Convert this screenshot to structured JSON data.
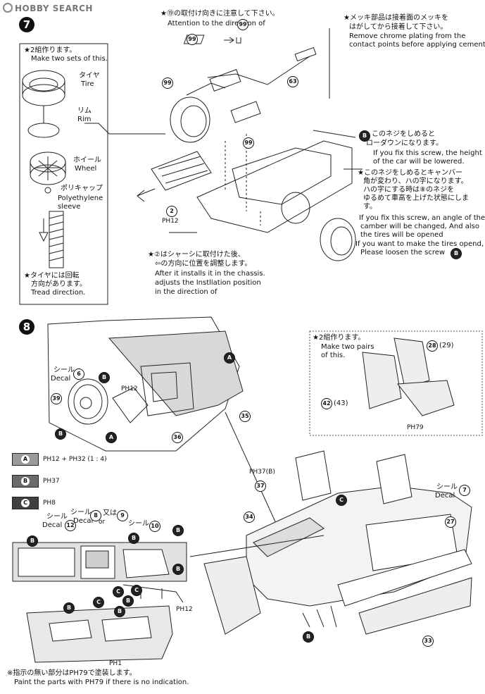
{
  "header": {
    "logo": "HOBBY SEARCH"
  },
  "step7": {
    "number": "7",
    "direction_note_jp": "★⑲の取付け向きに注意して下さい。",
    "direction_note_en": "Attention to the direction of",
    "direction_part": "99",
    "chrome_note_jp1": "★メッキ部品は接着面のメッキを",
    "chrome_note_jp2": "はがしてから接着して下さい。",
    "chrome_note_en1": "Remove chrome plating from the",
    "chrome_note_en2": "contact points before applying cement.",
    "make_two_jp": "★2組作ります。",
    "make_two_en": "Make two sets of this.",
    "tire_jp": "タイヤ",
    "tire_en": "Tire",
    "rim_jp": "リム",
    "rim_en": "Rim",
    "wheel_jp": "ホイール",
    "wheel_en": "Wheel",
    "poly_jp": "ポリキャップ",
    "poly_en1": "Polyethylene",
    "poly_en2": "sleeve",
    "tread_jp1": "★タイヤには回転",
    "tread_jp2": "方向があります。",
    "tread_en": "Tread direction.",
    "screw_lower_jp1": "このネジをしめると",
    "screw_lower_jp2": "ローダウンになります。",
    "screw_lower_en1": "If you fix this screw, the height",
    "screw_lower_en2": "of the car will be lowered.",
    "screw_camber_jp1": "★このネジをしめるとキャンバー",
    "screw_camber_jp2": "角が変わり、ハの字になります。",
    "screw_camber_jp3": "ハの字にする時は⑧のネジを",
    "screw_camber_jp4": "ゆるめて車高を上げた状態にしま",
    "screw_camber_jp5": "す。",
    "screw_camber_en1": "If you fix this screw, an angle of the",
    "screw_camber_en2": "camber will be changed, And also",
    "screw_camber_en3": "the tires will be opened",
    "screw_camber_en4": "If you want to make the tires opend,",
    "screw_camber_en5": "Please loosen the screw",
    "install_jp1": "★②はシャーシに取付けた後、",
    "install_jp2": "⇦の方向に位置を調整します。",
    "install_en1": "After it installs it in the chassis.",
    "install_en2": "adjusts the Instllation position",
    "install_en3": "in the direction of",
    "parts": {
      "p99a": "99",
      "p99b": "99",
      "p63": "63",
      "p2": "2",
      "ph12": "PH12"
    }
  },
  "step8": {
    "number": "8",
    "decal_jp": "シール",
    "decal_en": "Decal",
    "decal_num6": "6",
    "p39": "39",
    "p35": "35",
    "p36": "36",
    "ph12": "PH12",
    "seat_note_jp": "★2組作ります。",
    "seat_note_en1": "Make two pairs",
    "seat_note_en2": "of this.",
    "p28": "28",
    "p29": "(29)",
    "p42": "42",
    "p43": "(43)",
    "ph79": "PH79",
    "ph37b": "PH37(B)",
    "p37": "37",
    "p34": "34",
    "p27": "27",
    "p33": "33",
    "decal7": "7",
    "legend": [
      {
        "letter": "A",
        "spec": "PH12 + PH32 (1 : 4)",
        "color": "#9a9a9a"
      },
      {
        "letter": "B",
        "spec": "PH37",
        "color": "#6a6a6a"
      },
      {
        "letter": "C",
        "spec": "PH8",
        "color": "#404040"
      }
    ],
    "dash_decal12": "12",
    "dash_decal8": "8",
    "dash_or": "又は",
    "dash_or_en": "or",
    "dash_decal9": "9",
    "dash_decal10": "10",
    "door_ph1": "PH1",
    "paint_note_jp": "※指示の無い部分はPH79で塗装します。",
    "paint_note_en": "Paint the parts with PH79 if there is no indication."
  }
}
